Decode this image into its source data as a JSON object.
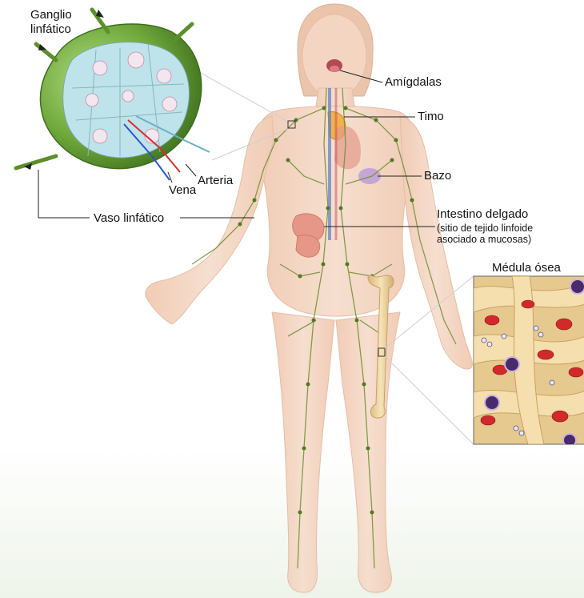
{
  "labels": {
    "ganglio_line1": "Ganglio",
    "ganglio_line2": "linfático",
    "amigdalas": "Amígdalas",
    "timo": "Timo",
    "bazo": "Bazo",
    "arteria": "Arteria",
    "vena": "Vena",
    "vaso_linfatico": "Vaso linfático",
    "intestino_title": "Intestino delgado",
    "intestino_sub1": "(sitio de tejido linfoide",
    "intestino_sub2": "asociado a mucosas)",
    "medula_osea": "Médula ósea"
  },
  "colors": {
    "skin": "#f3d2bd",
    "lymph_green": "#7a9a3a",
    "node_green": "#6fa83a",
    "bone": "#f0d9a8",
    "marrow_bg": "#e8c88a",
    "red_cell": "#d02a2a",
    "purple_cell": "#4a2a6a"
  }
}
